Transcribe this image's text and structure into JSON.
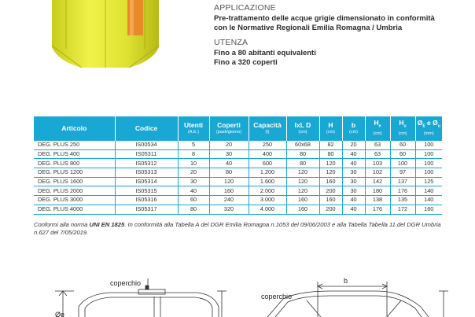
{
  "info": {
    "application_heading": "APPLICAZIONE",
    "application_text_1": "Pre-trattamento delle acque grigie dimensionato in conformità",
    "application_text_2": "con le Normative Regionali Emilia Romagna / Umbria",
    "usage_heading": "UTENZA",
    "usage_text_1": "Fino a 80 abitanti equivalenti",
    "usage_text_2": "Fino a 320 coperti"
  },
  "table": {
    "headers": {
      "articolo": "Articolo",
      "codice": "Codice",
      "utenti": "Utenti",
      "utenti_unit": "(A.E.)",
      "coperti": "Coperti",
      "coperti_unit": "(pasti/giorno)",
      "capacita": "Capacità",
      "capacita_unit": "(l)",
      "ixl": "IxL D",
      "ixl_unit": "(cm)",
      "h": "H",
      "h_unit": "(cm)",
      "b": "b",
      "b_unit": "(cm)",
      "he": "H",
      "he_sub": "e",
      "he_unit": "(cm)",
      "hu": "H",
      "hu_sub": "u",
      "hu_unit": "(cm)",
      "diam": "Ø",
      "diam_sub1": "E",
      "diam_mid": " e Ø",
      "diam_sub2": "u",
      "diam_unit": "(mm)"
    },
    "rows": [
      [
        "DEG. PLUS 250",
        "IS00534",
        "5",
        "20",
        "250",
        "60x68",
        "82",
        "20",
        "63",
        "60",
        "100"
      ],
      [
        "DEG. PLUS 400",
        "IS05311",
        "8",
        "30",
        "400",
        "80",
        "80",
        "40",
        "63",
        "60",
        "100"
      ],
      [
        "DEG. PLUS 800",
        "IS05312",
        "10",
        "40",
        "600",
        "80",
        "120",
        "40",
        "103",
        "100",
        "100"
      ],
      [
        "DEG. PLUS 1200",
        "IS05313",
        "20",
        "80",
        "1.200",
        "120",
        "120",
        "30",
        "102",
        "97",
        "100"
      ],
      [
        "DEG. PLUS 1600",
        "IS05314",
        "30",
        "120",
        "1.600",
        "120",
        "160",
        "30",
        "142",
        "137",
        "125"
      ],
      [
        "DEG. PLUS 2000",
        "IS05315",
        "40",
        "160",
        "2.000",
        "120",
        "200",
        "30",
        "180",
        "176",
        "140"
      ],
      [
        "DEG. PLUS 3000",
        "IS05316",
        "60",
        "240",
        "3.000",
        "160",
        "160",
        "40",
        "138",
        "135",
        "140"
      ],
      [
        "DEG. PLUS 4000",
        "IS05317",
        "80",
        "320",
        "4.000",
        "160",
        "200",
        "40",
        "176",
        "172",
        "160"
      ]
    ]
  },
  "note": {
    "part1": "Conformi alla norma ",
    "norm": "UNI EN 1825",
    "part2": ". In conformità alla Tabella A del DGR Emilia Romagna n.1053 del 09/06/2003 e alla Tabella Tabella 11 del DGR Umbria n.627 del 7/05/2019."
  },
  "drawings": {
    "left_cover_label": "coperchio",
    "left_diam_label": "Øe",
    "right_cover_label": "coperchio",
    "right_b_label": "b"
  },
  "colors": {
    "table_header": "#19a7d4",
    "tank_yellow": "#e6e83a",
    "tank_orange": "#e98a2a"
  }
}
